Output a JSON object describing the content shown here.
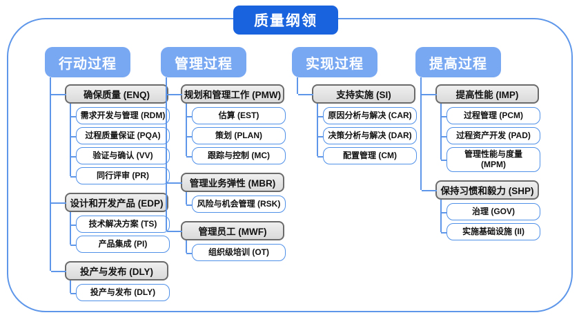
{
  "title": "质量纲领",
  "colors": {
    "title_bg": "#1A63DE",
    "column_header_bg": "#79A8F2",
    "connector_line": "#5E97EA",
    "group_box_fill": "#E4E4E4",
    "group_box_border": "#6A6A6A",
    "leaf_box_border": "#4E8FE8",
    "leaf_box_fill": "#FFFFFF"
  },
  "columns": [
    {
      "header": "行动过程",
      "groups": [
        {
          "label": "确保质量 (ENQ)",
          "children": [
            "需求开发与管理 (RDM)",
            "过程质量保证 (PQA)",
            "验证与确认 (VV)",
            "同行评审 (PR)"
          ]
        },
        {
          "label": "设计和开发产品 (EDP)",
          "children": [
            "技术解决方案 (TS)",
            "产品集成 (PI)"
          ]
        },
        {
          "label": "投产与发布 (DLY)",
          "children": [
            "投产与发布 (DLY)"
          ]
        }
      ]
    },
    {
      "header": "管理过程",
      "groups": [
        {
          "label": "规划和管理工作 (PMW)",
          "children": [
            "估算 (EST)",
            "策划 (PLAN)",
            "跟踪与控制 (MC)"
          ]
        },
        {
          "label": "管理业务弹性 (MBR)",
          "children": [
            "风险与机会管理 (RSK)"
          ]
        },
        {
          "label": "管理员工 (MWF)",
          "children": [
            "组织级培训 (OT)"
          ]
        }
      ]
    },
    {
      "header": "实现过程",
      "groups": [
        {
          "label": "支持实施 (SI)",
          "children": [
            "原因分析与解决 (CAR)",
            "决策分析与解决 (DAR)",
            "配置管理 (CM)"
          ]
        }
      ]
    },
    {
      "header": "提高过程",
      "groups": [
        {
          "label": "提高性能 (IMP)",
          "children": [
            "过程管理 (PCM)",
            "过程资产开发 (PAD)",
            "管理性能与度量\n(MPM)"
          ]
        },
        {
          "label": "保持习惯和毅力 (SHP)",
          "children": [
            "治理 (GOV)",
            "实施基础设施 (II)"
          ]
        }
      ]
    }
  ]
}
